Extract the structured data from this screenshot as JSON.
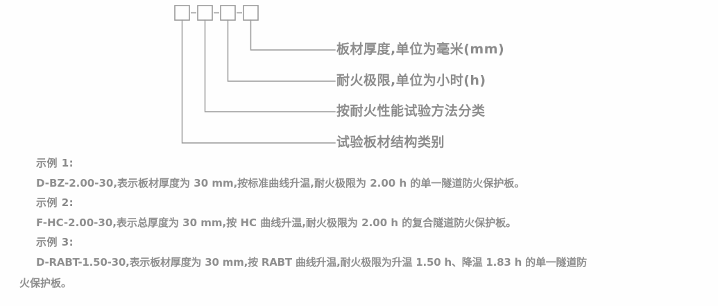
{
  "diagram": {
    "boxes": [
      {
        "id": "box-1",
        "label": ""
      },
      {
        "id": "box-2",
        "label": ""
      },
      {
        "id": "box-3",
        "label": ""
      },
      {
        "id": "box-4",
        "label": ""
      }
    ],
    "separators": [
      "-",
      "-",
      "-"
    ],
    "callouts": [
      {
        "id": "callout-thickness",
        "text": "板材厚度,单位为毫米(mm)",
        "from_box": 4
      },
      {
        "id": "callout-fire-limit",
        "text": "耐火极限,单位为小时(h)",
        "from_box": 3
      },
      {
        "id": "callout-test-method",
        "text": "按耐火性能试验方法分类",
        "from_box": 2
      },
      {
        "id": "callout-structure-type",
        "text": "试验板材结构类别",
        "from_box": 1
      }
    ],
    "line_color": "#9a9a9a",
    "text_color": "#8d8d8d"
  },
  "examples": [
    {
      "heading": "示例 1:",
      "body": "D-BZ-2.00-30,表示板材厚度为 30 mm,按标准曲线升温,耐火极限为 2.00 h 的单一隧道防火保护板。"
    },
    {
      "heading": "示例 2:",
      "body": "F-HC-2.00-30,表示总厚度为 30 mm,按 HC 曲线升温,耐火极限为 2.00 h 的复合隧道防火保护板。"
    },
    {
      "heading": "示例 3:",
      "body_line1": "D-RABT-1.50-30,表示板材厚度为 30 mm,按 RABT 曲线升温,耐火极限为升温 1.50 h、降温 1.83 h 的单一隧道防",
      "body_line2": "火保护板。"
    }
  ]
}
